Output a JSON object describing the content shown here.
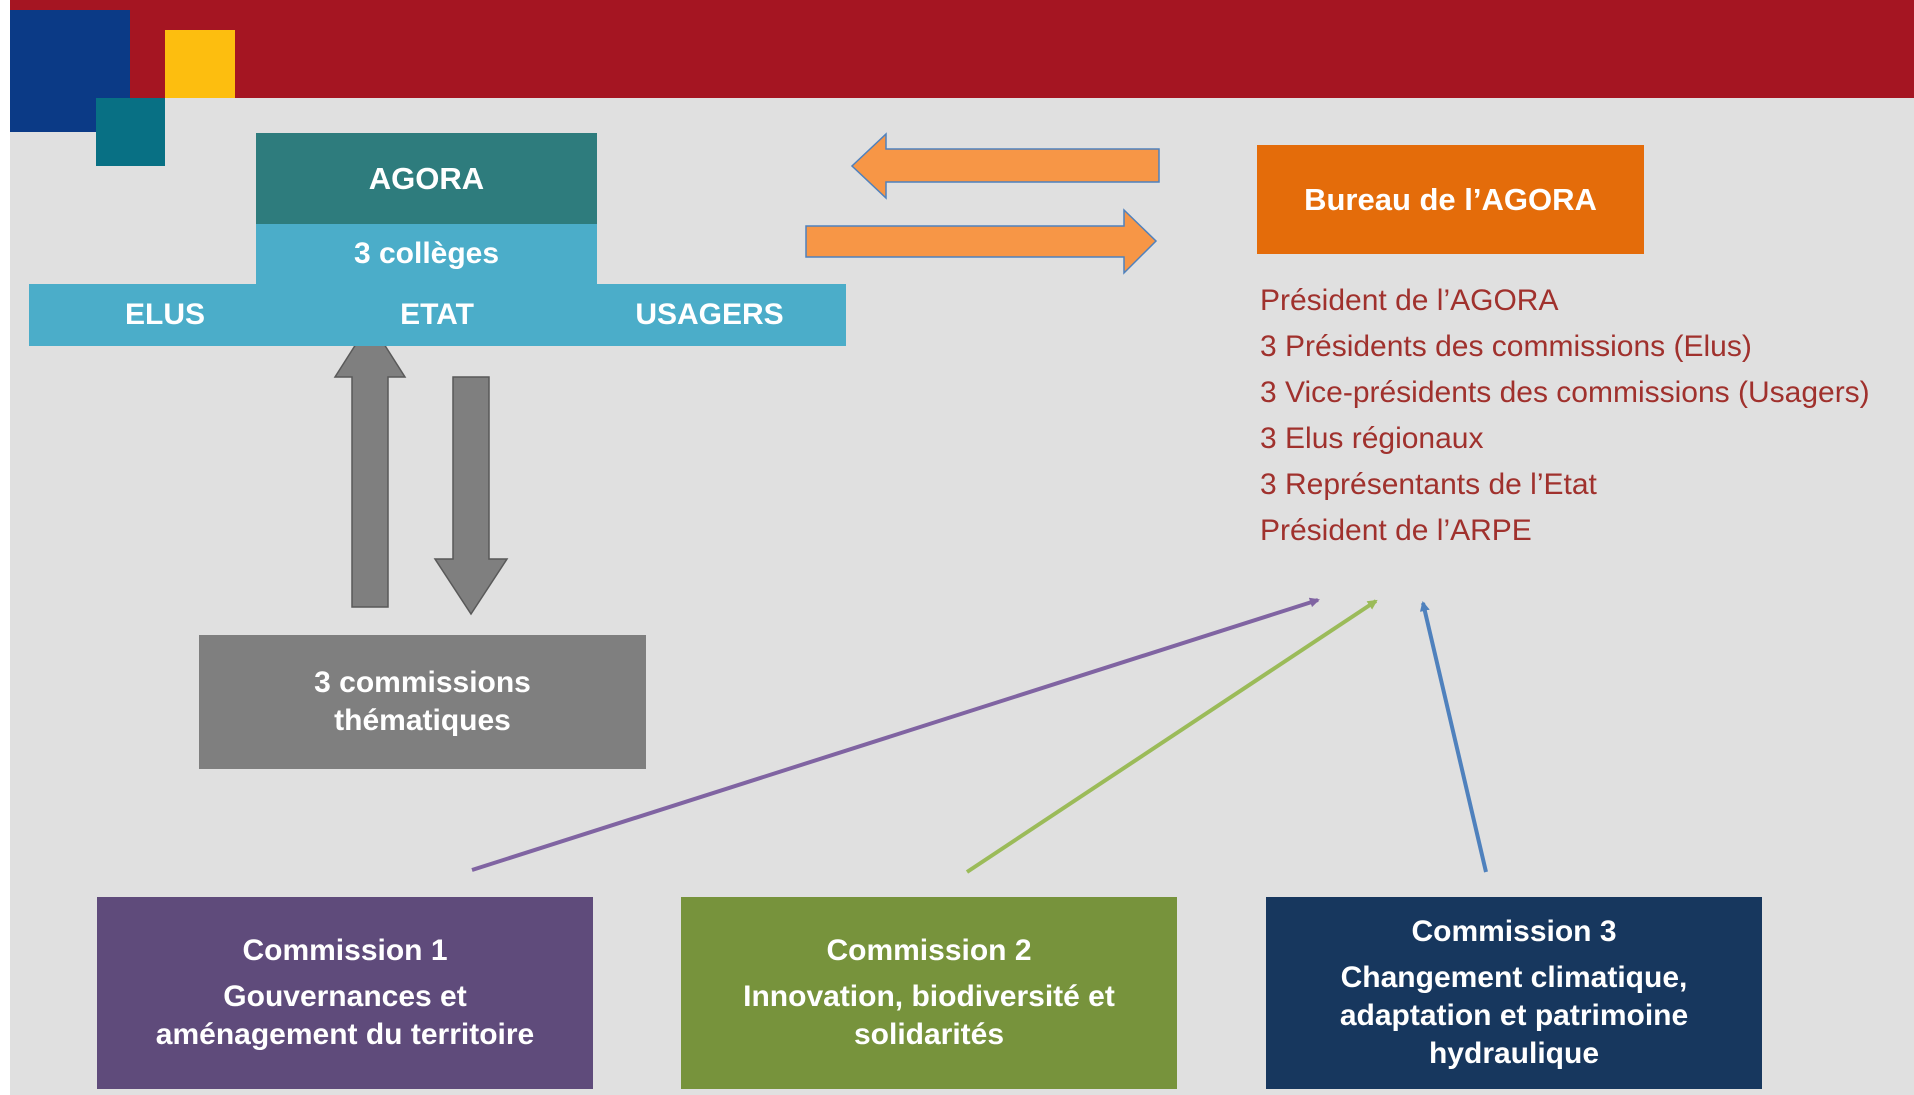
{
  "agora": {
    "title": "AGORA",
    "subtitle": "3 collèges",
    "colleges": [
      "ELUS",
      "ETAT",
      "USAGERS"
    ]
  },
  "bureau": {
    "title": "Bureau de l’AGORA",
    "members": [
      "Président de l’AGORA",
      "3 Présidents des commissions (Elus)",
      "3 Vice-présidents des commissions (Usagers)",
      "3 Elus régionaux",
      "3 Représentants de l’Etat",
      "Président de l’ARPE"
    ]
  },
  "commissions_box": {
    "line1": "3 commissions",
    "line2": "thématiques"
  },
  "commissions": [
    {
      "title": "Commission 1",
      "lines": [
        "Gouvernances et",
        "aménagement du territoire"
      ]
    },
    {
      "title": "Commission 2",
      "lines": [
        "Innovation, biodiversité et",
        "solidarités"
      ]
    },
    {
      "title": "Commission 3",
      "lines": [
        "Changement climatique,",
        "adaptation et patrimoine",
        "hydraulique"
      ]
    }
  ],
  "colors": {
    "header_band": "#a51522",
    "agora": "#2e7c7d",
    "colleges": "#4badc9",
    "bureau": "#e46c0a",
    "members_text": "#a0312d",
    "commissions_box": "#7f7f7f",
    "commission_1": "#5f4b7b",
    "commission_2": "#77933c",
    "commission_3": "#17375e",
    "arrow_orange": "#f79646",
    "arrow_gray": "#7f7f7f",
    "arrow_purple": "#8064a2",
    "arrow_green": "#9bbb59",
    "arrow_blue": "#4f81bd"
  }
}
